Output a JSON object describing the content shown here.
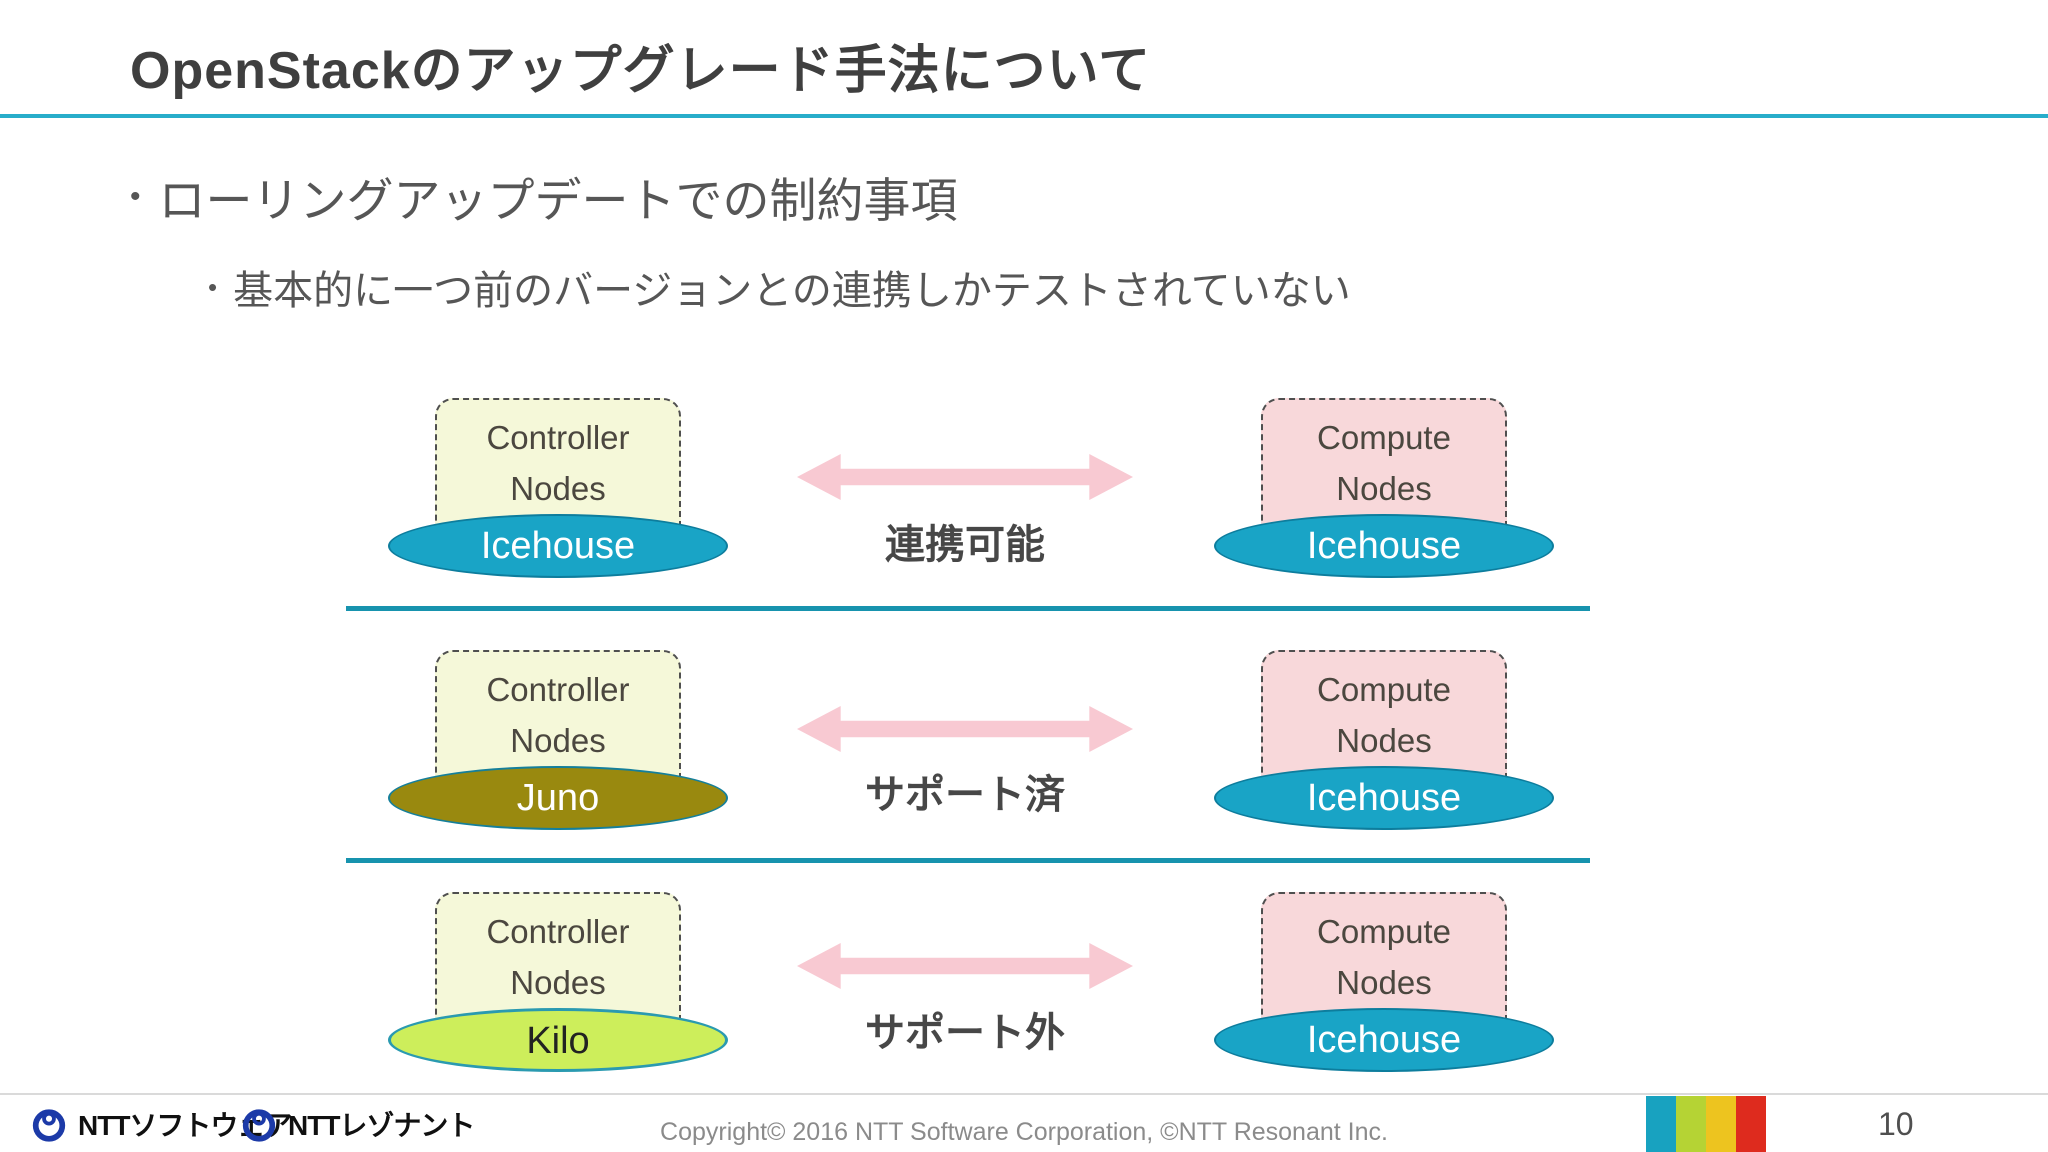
{
  "slide": {
    "title": "OpenStackのアップグレード手法について"
  },
  "bullets": {
    "level1": "ローリングアップデートでの制約事項",
    "level2": "基本的に一つ前のバージョンとの連携しかテストされていない"
  },
  "diagram": {
    "rows": [
      {
        "left_box": "Controller Nodes",
        "left_version": "Icehouse",
        "relation": "連携可能",
        "right_box": "Compute Nodes",
        "right_version": "Icehouse"
      },
      {
        "left_box": "Controller Nodes",
        "left_version": "Juno",
        "relation": "サポート済",
        "right_box": "Compute Nodes",
        "right_version": "Icehouse"
      },
      {
        "left_box": "Controller Nodes",
        "left_version": "Kilo",
        "relation": "サポート外",
        "right_box": "Compute Nodes",
        "right_version": "Icehouse"
      }
    ]
  },
  "footer": {
    "logo1": "NTTソフトウェア",
    "logo2": "NTTレゾナント",
    "copyright": "Copyright© 2016 NTT Software Corporation, ©NTT Resonant Inc.",
    "page_number": "10"
  },
  "colors": {
    "title_text": "#3f3f3f",
    "accent_line": "#28adca",
    "separator": "#1793ae",
    "controller_box": "#f5f8d9",
    "compute_box": "#f8d8da",
    "icehouse_oval": "#19a4c6",
    "juno_oval": "#99890f",
    "kilo_oval": "#cdee5b",
    "arrow_pink": "#f8c9d2",
    "ntt_logo_blue": "#1c3aa8",
    "colorbar": [
      "#18a2c0",
      "#b5d334",
      "#edc41f",
      "#de2b1e"
    ]
  }
}
